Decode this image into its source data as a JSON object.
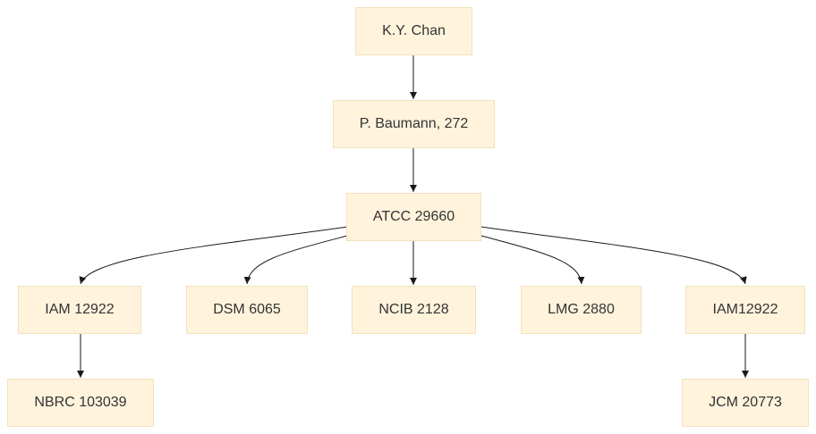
{
  "diagram": {
    "type": "flowchart",
    "nodes": [
      {
        "id": "n1",
        "label": "K.Y. Chan"
      },
      {
        "id": "n2",
        "label": "P. Baumann, 272"
      },
      {
        "id": "n3",
        "label": "ATCC 29660"
      },
      {
        "id": "n4",
        "label": "IAM 12922"
      },
      {
        "id": "n5",
        "label": "DSM 6065"
      },
      {
        "id": "n6",
        "label": "NCIB 2128"
      },
      {
        "id": "n7",
        "label": "LMG 2880"
      },
      {
        "id": "n8",
        "label": "IAM12922"
      },
      {
        "id": "n9",
        "label": "NBRC 103039"
      },
      {
        "id": "n10",
        "label": "JCM 20773"
      }
    ],
    "edges": [
      {
        "from": "n1",
        "to": "n2"
      },
      {
        "from": "n2",
        "to": "n3"
      },
      {
        "from": "n3",
        "to": "n4"
      },
      {
        "from": "n3",
        "to": "n5"
      },
      {
        "from": "n3",
        "to": "n6"
      },
      {
        "from": "n3",
        "to": "n7"
      },
      {
        "from": "n3",
        "to": "n8"
      },
      {
        "from": "n4",
        "to": "n9"
      },
      {
        "from": "n8",
        "to": "n10"
      }
    ]
  }
}
